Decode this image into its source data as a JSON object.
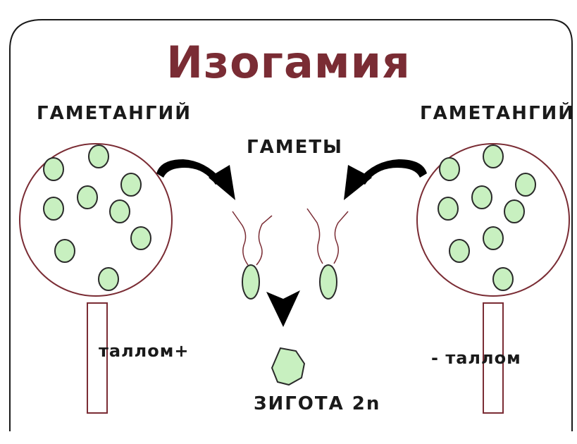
{
  "title": "Изогамия",
  "labels": {
    "gametangium_left": "ГАМЕТАНГИЙ",
    "gametangium_right": "ГАМЕТАНГИЙ",
    "gametes": "ГАМЕТЫ",
    "thallus_left": "таллом+",
    "thallus_right": "- таллом",
    "zygote": "ЗИГОТА 2n"
  },
  "colors": {
    "title": "#7a2c34",
    "outline": "#7a2c34",
    "cell_fill": "#c8f0c0",
    "cell_stroke": "#2a2a2a",
    "arrow": "#000000",
    "text": "#1a1a1a"
  }
}
